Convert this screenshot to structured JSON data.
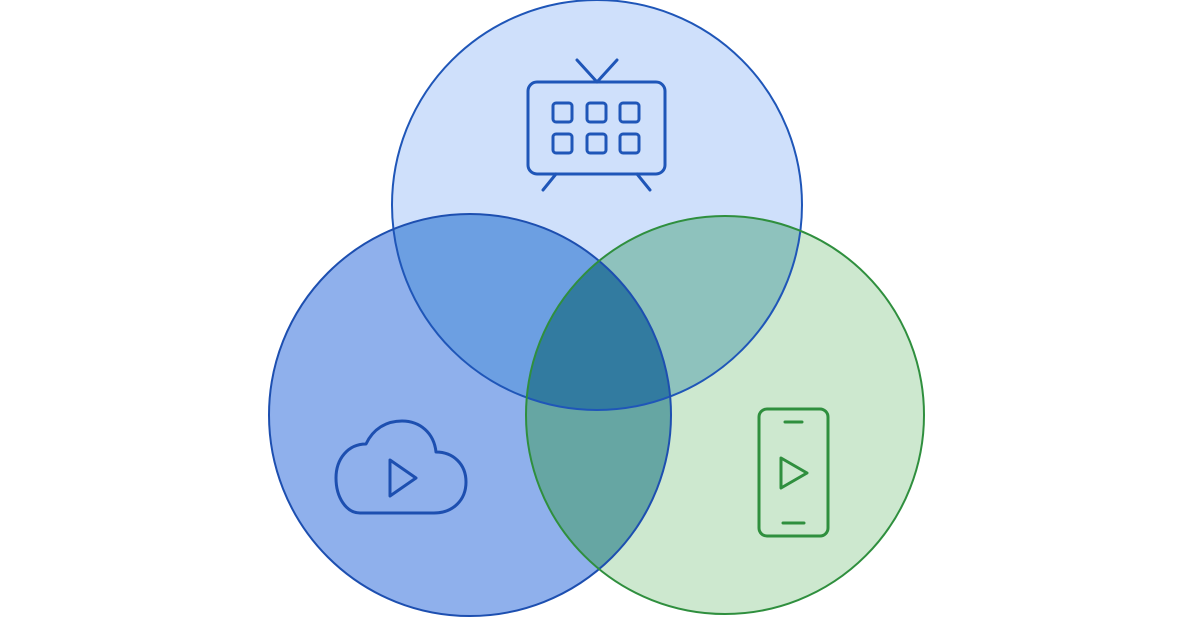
{
  "diagram": {
    "type": "venn",
    "sets": [
      {
        "key": "tv",
        "icon": "smart-tv-icon",
        "fill": "#cfe0fb",
        "stroke": "#1f56b8",
        "icon_color": "#1f56b8"
      },
      {
        "key": "cloud",
        "icon": "cloud-play-icon",
        "fill": "#8fb0ec",
        "stroke": "#1d4fb0",
        "icon_color": "#1d4fb0"
      },
      {
        "key": "mobile",
        "icon": "mobile-play-icon",
        "fill": "#cde8cf",
        "stroke": "#2f8f3e",
        "icon_color": "#2f8f3e"
      }
    ],
    "intersection_colors": {
      "tv_cloud": "#6c9fe2",
      "tv_mobile": "#8ec2bd",
      "cloud_mobile": "#66a6a3",
      "all": "#327ba0"
    }
  }
}
